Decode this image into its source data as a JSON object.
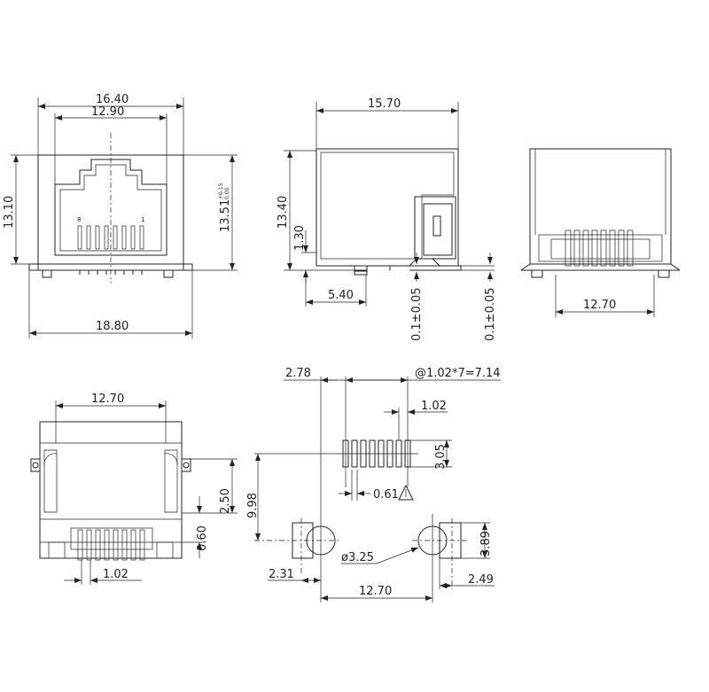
{
  "front_view": {
    "width_outer": "16.40",
    "width_inner": "12.90",
    "height_left": "13.10",
    "height_right": "13.51",
    "height_right_tol_upper": "+0.15",
    "height_right_tol_lower": "0.00",
    "overall_width": "18.80",
    "pin_label_8": "8",
    "pin_label_1": "1"
  },
  "side_view": {
    "length": "15.70",
    "height": "13.40",
    "standoff": "1.30",
    "tab_offset": "5.40",
    "tolerance_a": "0.1±0.05",
    "tolerance_b": "0.1±0.05"
  },
  "rear_view": {
    "pin_span": "12.70"
  },
  "bottom_view": {
    "post_spacing": "12.70",
    "height_a": "2.50",
    "height_b": "0.60",
    "pitch": "1.02"
  },
  "footprint": {
    "offset": "2.78",
    "pitch_total": "@1.02*7=7.14",
    "pitch": "1.02",
    "pad_length": "3.05",
    "row_to_holes": "9.98",
    "pad_width": "0.61",
    "hole_diameter": "ø3.25",
    "left_tab": "2.31",
    "right_tab": "2.49",
    "hole_spacing": "12.70",
    "tab_height": "3.89"
  }
}
